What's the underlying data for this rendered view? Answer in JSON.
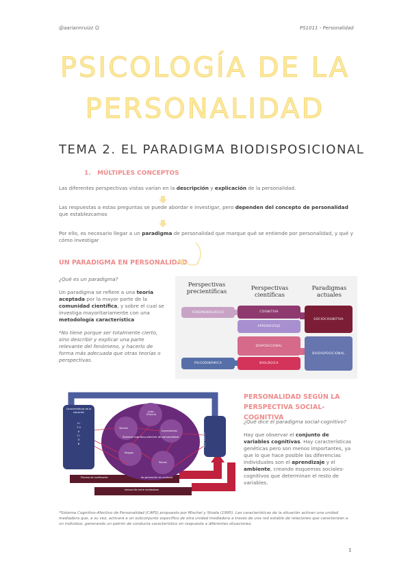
{
  "header": {
    "left": "@aariannruizz ☺",
    "right": "PS1011 - Personalidad"
  },
  "title": {
    "line1": "PSICOLOGÍA DE LA",
    "line2": "PERSONALIDAD"
  },
  "tema": "TEMA 2. EL PARADIGMA BIODISPOSICIONAL",
  "section1": {
    "number": "1.",
    "title": "MÚLTIPLES CONCEPTOS"
  },
  "para1": {
    "a": "Las diferentes perspectivas vistas varían en la ",
    "b1": "descripción",
    "c": " y ",
    "b2": "explicación",
    "d": " de la personalidad."
  },
  "para2": {
    "a": "Las respuestas a estas preguntas se puede abordar e investigar, pero ",
    "b1": "dependen del concepto de personalidad",
    "c": " que establezcamos"
  },
  "para3": {
    "a": "Por ello, es necesario llegar a un ",
    "b1": "paradigma",
    "c": " de personalidad que marque qué se entiende por personalidad, y qué y cómo investigar"
  },
  "section2": {
    "title": "UN PARADIGMA EN PERSONALIDAD"
  },
  "question1": "¿Qué es un paradigma?",
  "para4": {
    "a": "Un paradigma se refiere a una ",
    "b1": "teoría aceptada",
    "c": " por la mayor parte de la ",
    "b2": "comunidad científica",
    "d": ", y sobre el cual se investiga mayoritariamente con una ",
    "b3": "metodología característica"
  },
  "note1": "*No tiene porque ser totalmente cierto, sino describir y explicar una parte relevante del fenómeno, y hacerlo de forma más adecuada que otras teorías o perspectivas.",
  "figure1": {
    "headers": [
      "Perspectivas precientíficas",
      "Perspectivas científicas",
      "Paradigmas actuales"
    ],
    "pills": [
      "FENOMENOLÓGICA",
      "COGNITIVA",
      "APRENDIZAJE",
      "SOCIOCOGNITIVA",
      "DISPOSICIONAL",
      "BIODISPOSICIONAL",
      "PSICODINÁMICA",
      "BIOLÓGICA"
    ],
    "colors": {
      "fenomenologica": "#c9a3c6",
      "cognitiva": "#8e3a6f",
      "aprendizaje": "#a88fcf",
      "sociocognitiva": "#7b1e35",
      "disposicional": "#d56a8a",
      "biodisposicional": "#6675ae",
      "psicodinamica": "#566fa8",
      "biologica": "#d4335a"
    }
  },
  "figure2": {
    "left_box": "Características de la situación",
    "left_letters": "S I T U A C I Ó N",
    "center_title": "Sistema cognitivo-afectivo de personalidad",
    "nodes": [
      "Auto-Eficacia",
      "Valores",
      "Expectativas",
      "Rasgos",
      "Planes"
    ],
    "right_box": "CONDUCTA",
    "bar1a": "Proceso de codificación",
    "bar1b": "de generación de conducta",
    "bar2": "Interacción entre mediadores"
  },
  "section3": {
    "title": "PERSONALIDAD SEGÚN LA PERSPECTIVA SOCIAL-COGNITIVA"
  },
  "question2": "¿Qué dice el paradigma social-cognitivo?",
  "para5": {
    "a": "Hay que observar el ",
    "b1": "conjunto de variables cognitivas",
    "c": ". Hay características genéticas pero son menos importantes, ya que lo que hace posible las diferencias individuales son el ",
    "b2": "aprendizaje",
    "d": " y el ",
    "b3": "ambiente",
    "e": ", creando esquemas sociales-cognitivos que determinan el resto de variables."
  },
  "footnote": "*Sistema Cognitivo-Afectivo de Personalidad (CAPS) propuesto por Mischel y Shoda (1995). Las características de la situación activan una unidad mediadora que, a su vez, activará a un subconjunto específico de otra unidad mediadora a través de una red estable de relaciones que caracterizan a un individuo, generando un patrón de conducta característico en respuesta a diferentes situaciones.",
  "page_number": "1"
}
